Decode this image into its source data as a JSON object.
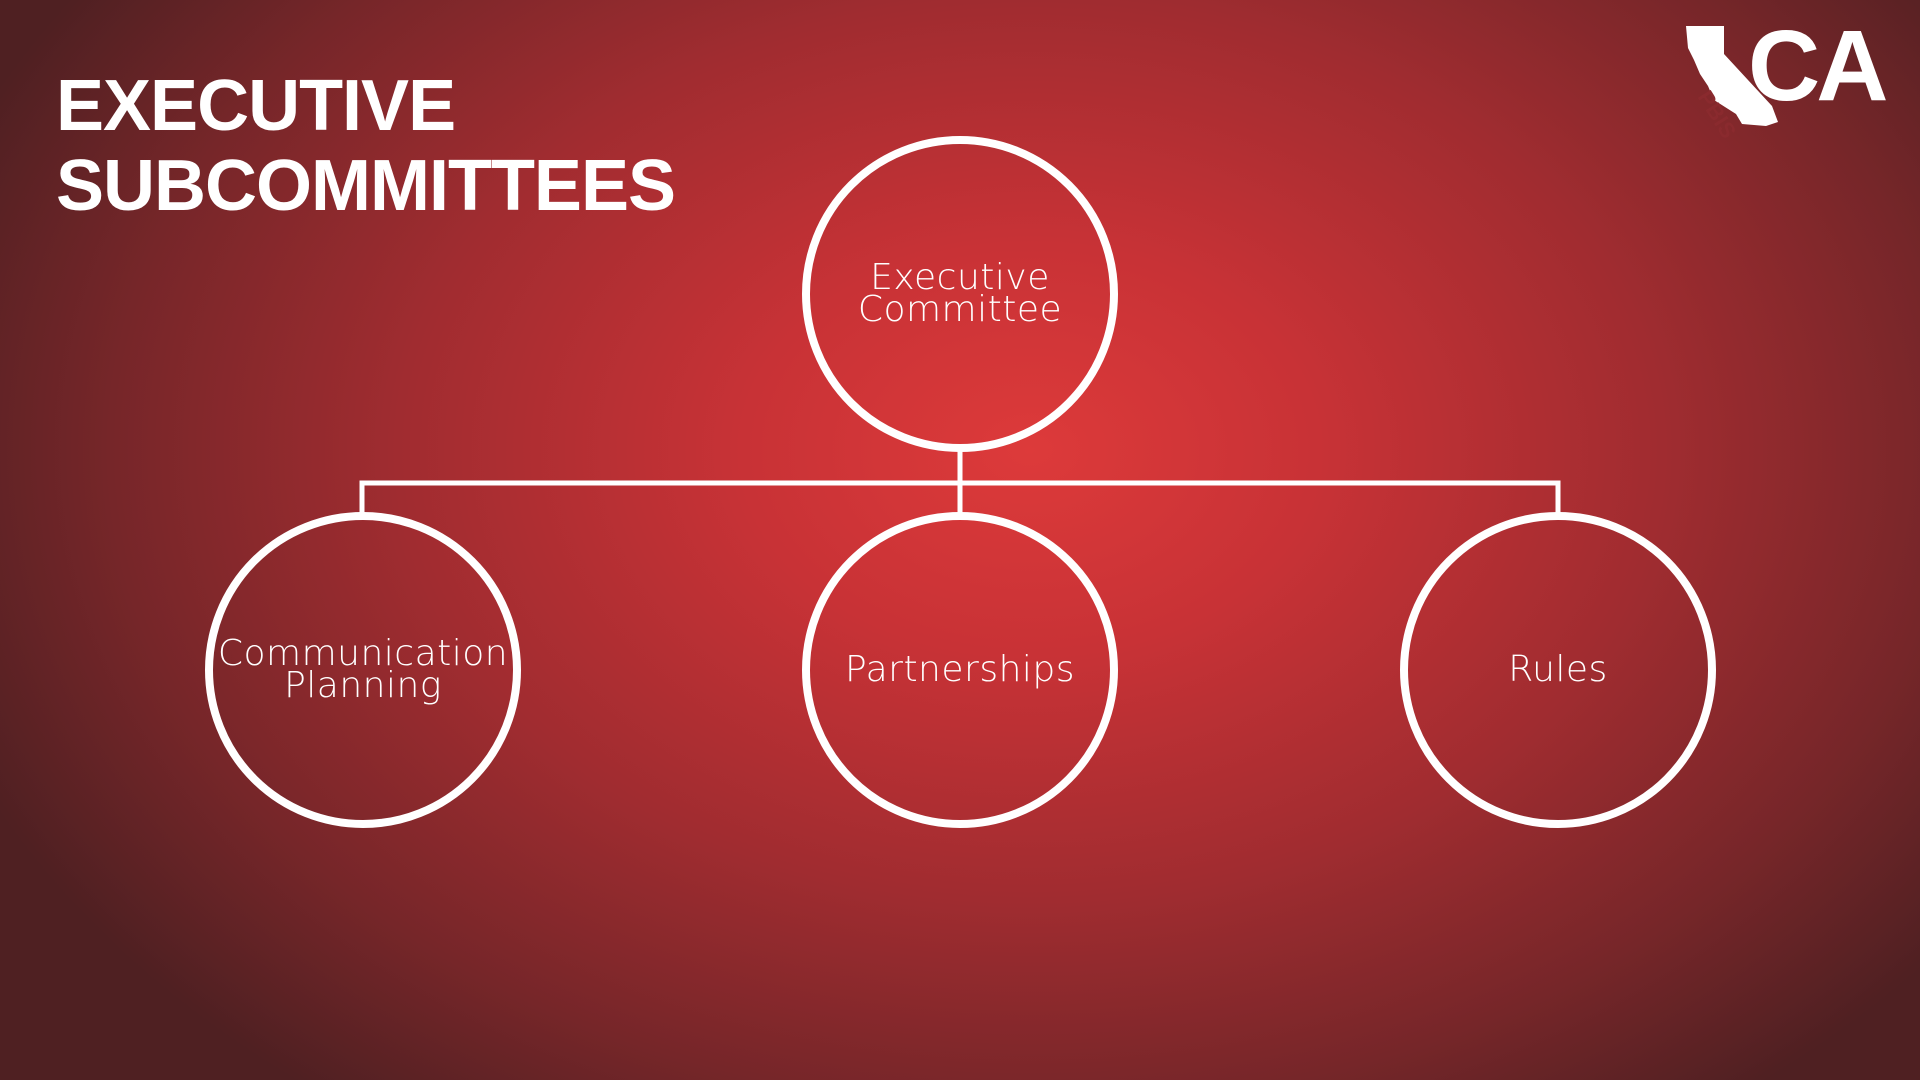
{
  "title": {
    "line1": "EXECUTIVE",
    "line2": "SUBCOMMITTEES"
  },
  "logo": {
    "letters": "CA",
    "sub": "PBIS",
    "icon": "california-state-icon"
  },
  "diagram": {
    "root": {
      "label": "Executive\nCommittee"
    },
    "children": [
      {
        "label": "Communication\nPlanning"
      },
      {
        "label": "Partnerships"
      },
      {
        "label": "Rules"
      }
    ],
    "line_color": "#ffffff"
  },
  "colors": {
    "background_center": "#dd3a3a",
    "background_edge": "#4f2022",
    "text": "#ffffff"
  }
}
